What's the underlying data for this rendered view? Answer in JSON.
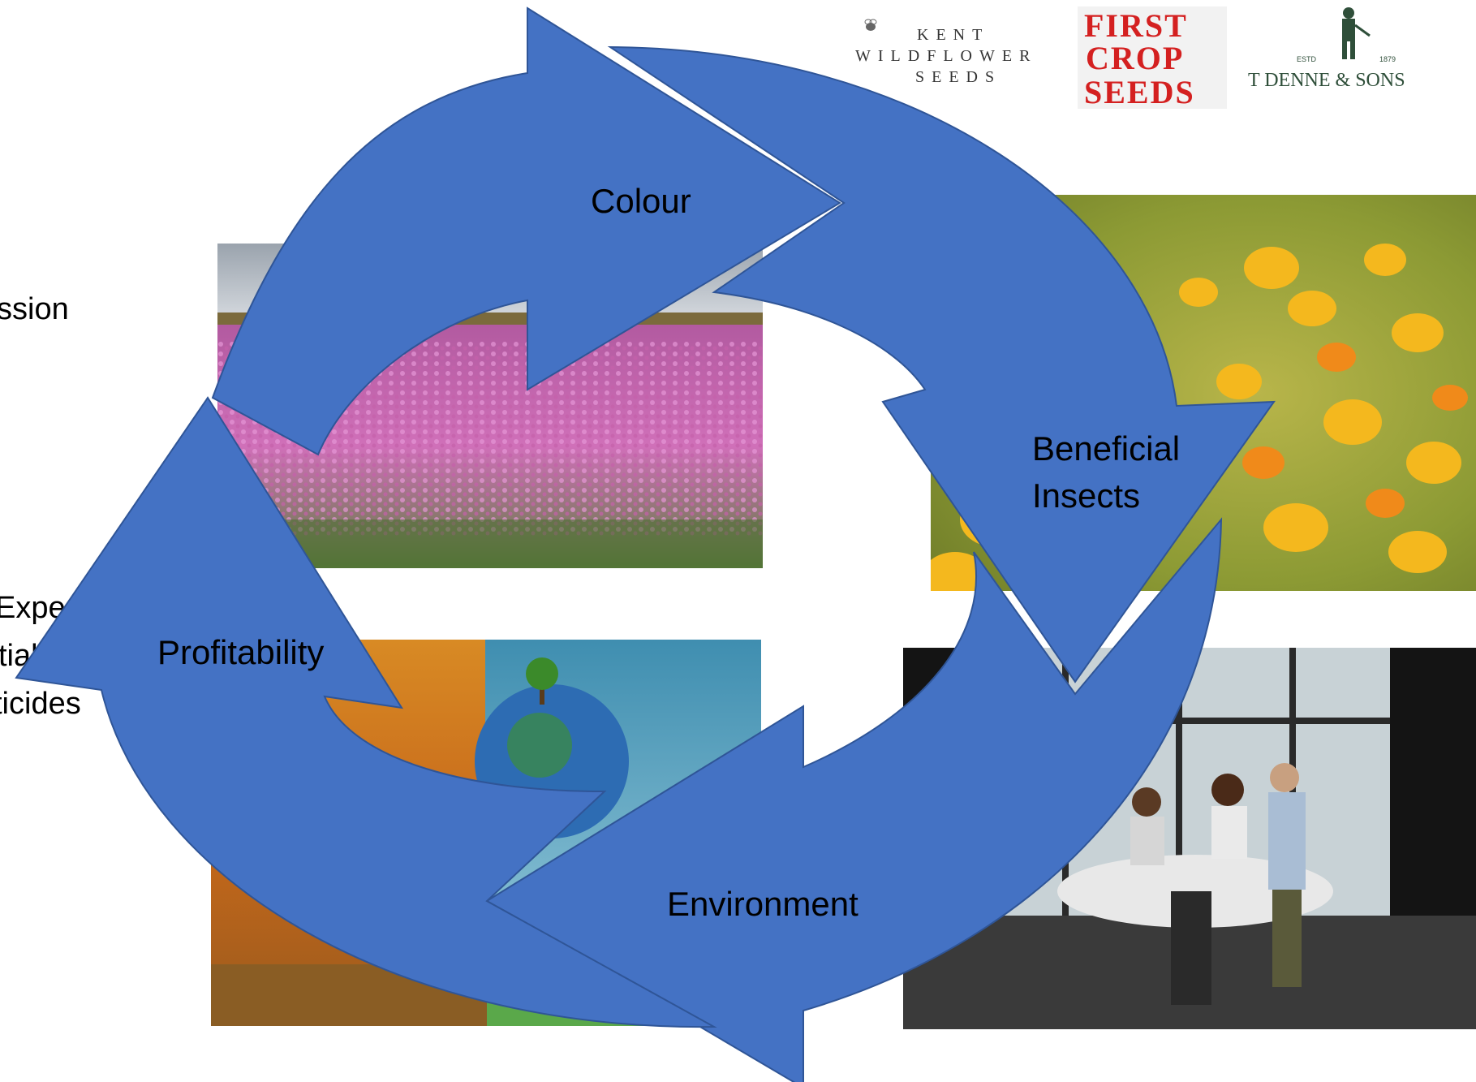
{
  "background_text": {
    "line1": "ssion",
    "line2": "Expect",
    "line3": "tial",
    "line4": "ticides"
  },
  "logos": {
    "kent": {
      "line1": "KENT",
      "line2": "WILDFLOWER",
      "line3": "SEEDS"
    },
    "first_crop": {
      "line1": "FIRST",
      "line2": "CROP",
      "line3": "SEEDS"
    },
    "denne": {
      "estd": "ESTD",
      "year": "1879",
      "name": "T DENNE & SONS"
    }
  },
  "cycle": {
    "steps": [
      {
        "label": "Colour"
      },
      {
        "label": "Beneficial"
      },
      {
        "label": "Insects"
      },
      {
        "label": "Environment"
      },
      {
        "label": "Profitability"
      }
    ]
  },
  "colors": {
    "arrow_fill": "#4472c4",
    "arrow_stroke": "#2f5597",
    "logo_red": "#d42020"
  }
}
